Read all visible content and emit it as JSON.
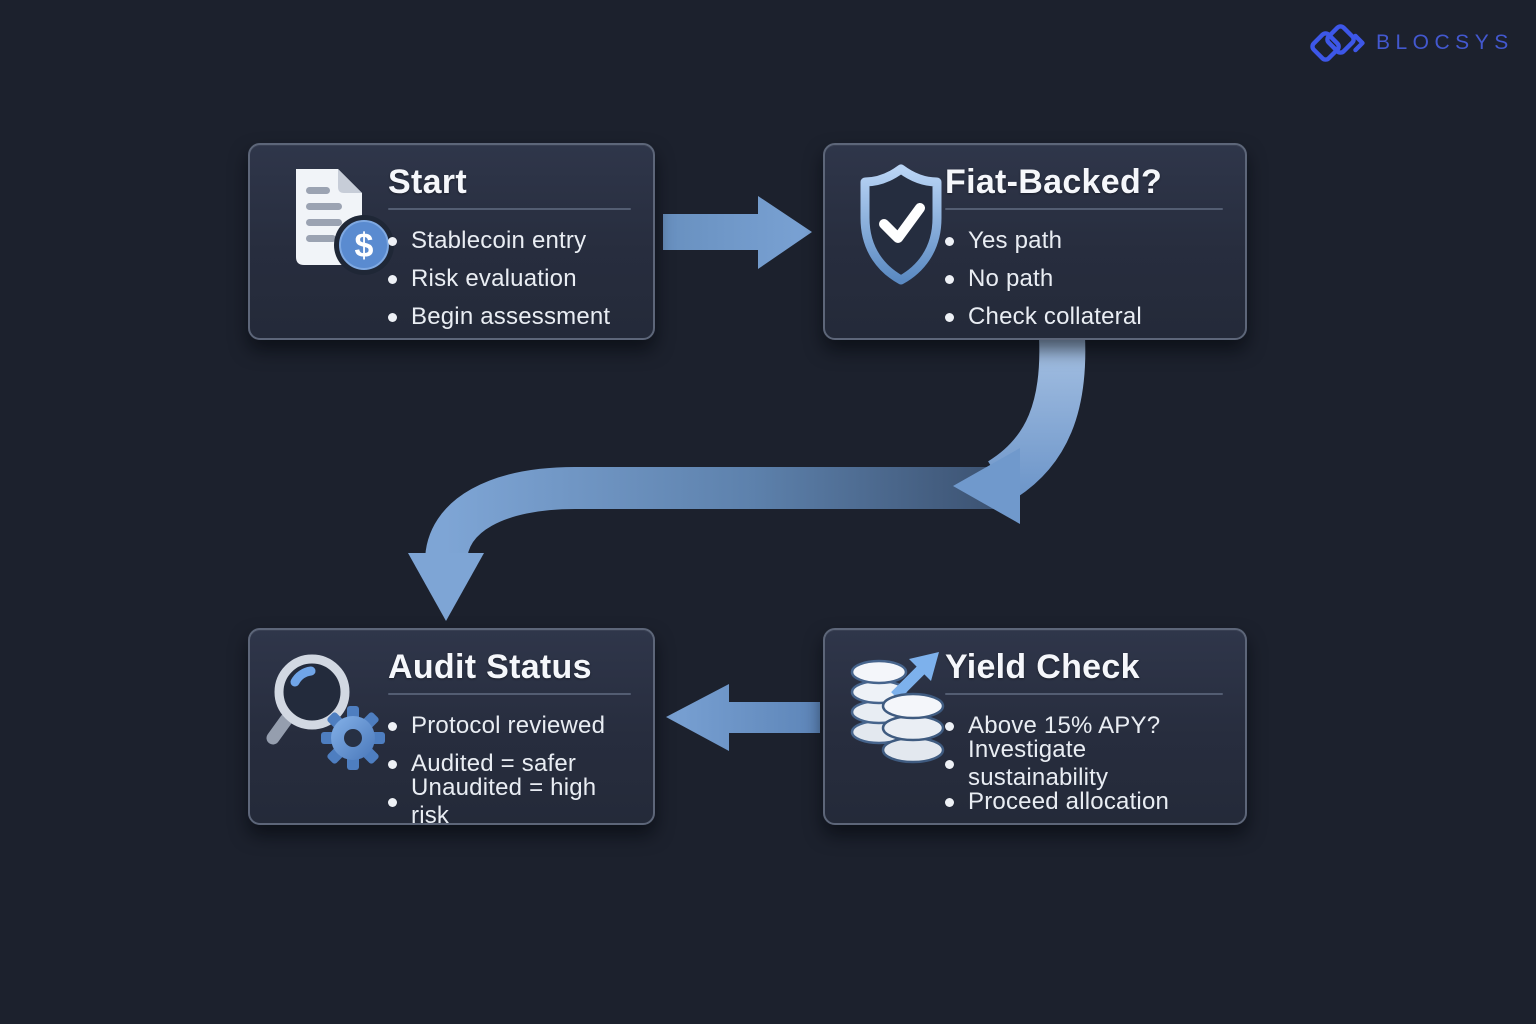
{
  "brand": {
    "name": "BLOCSYS"
  },
  "diagram": {
    "nodes": [
      {
        "id": "start",
        "title": "Start",
        "icon": "document-dollar-icon",
        "bullets": [
          "Stablecoin entry",
          "Risk evaluation",
          "Begin assessment"
        ]
      },
      {
        "id": "fiat-backed",
        "title": "Fiat-Backed?",
        "icon": "shield-check-icon",
        "bullets": [
          "Yes path",
          "No path",
          "Check collateral"
        ]
      },
      {
        "id": "audit-status",
        "title": "Audit Status",
        "icon": "magnifier-gear-icon",
        "bullets": [
          "Protocol reviewed",
          "Audited = safer",
          "Unaudited = high risk"
        ]
      },
      {
        "id": "yield-check",
        "title": "Yield Check",
        "icon": "coins-growth-icon",
        "bullets": [
          "Above 15% APY?",
          "Investigate sustainability",
          "Proceed allocation"
        ]
      }
    ],
    "edges": [
      {
        "from": "start",
        "to": "fiat-backed",
        "shape": "straight-right"
      },
      {
        "from": "fiat-backed",
        "to": "audit-status",
        "shape": "down-then-left-curve"
      },
      {
        "from": "yield-check",
        "to": "audit-status",
        "shape": "straight-left"
      }
    ],
    "colors": {
      "background": "#1c212d",
      "card_fill": "#2a3142",
      "card_border": "#5d6679",
      "title_text": "#f5f7fb",
      "bullet_text": "#e9edf3",
      "divider": "#535d72",
      "arrow_blue": "#6e96c9",
      "brand_blue": "#4358cf"
    }
  }
}
